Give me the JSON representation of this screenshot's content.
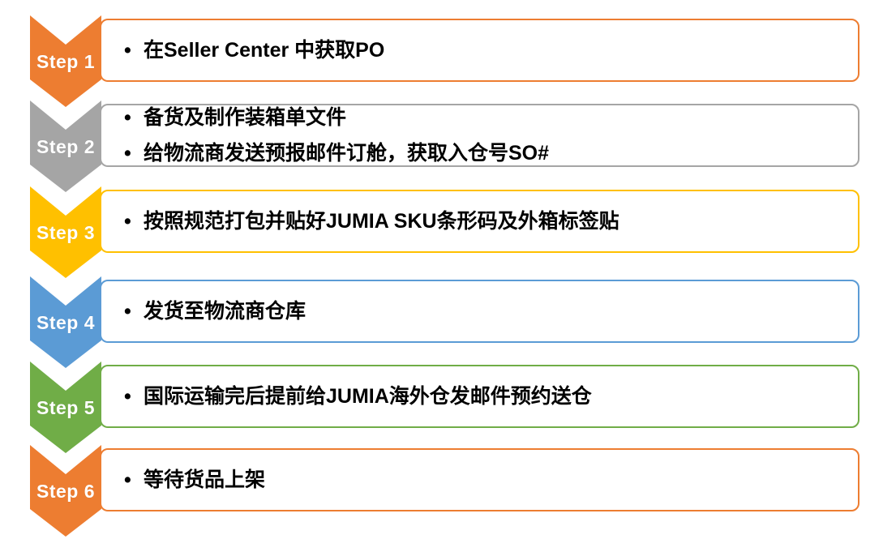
{
  "diagram": {
    "title_implicit": "JUMIA seller shipment process steps",
    "bullet": "•",
    "steps": [
      {
        "label": "Step 1",
        "color": "#ED7D31",
        "lines": [
          "在Seller Center 中获取PO"
        ]
      },
      {
        "label": "Step 2",
        "color": "#A5A5A5",
        "lines": [
          "备货及制作装箱单文件",
          "给物流商发送预报邮件订舱，获取入仓号SO#"
        ]
      },
      {
        "label": "Step 3",
        "color": "#FFC000",
        "lines": [
          "按照规范打包并贴好JUMIA SKU条形码及外箱标签贴"
        ]
      },
      {
        "label": "Step 4",
        "color": "#5B9BD5",
        "lines": [
          "发货至物流商仓库"
        ]
      },
      {
        "label": "Step 5",
        "color": "#70AD47",
        "lines": [
          "国际运输完后提前给JUMIA海外仓发邮件预约送仓"
        ]
      },
      {
        "label": "Step 6",
        "color": "#ED7D31",
        "lines": [
          "等待货品上架"
        ]
      }
    ]
  }
}
